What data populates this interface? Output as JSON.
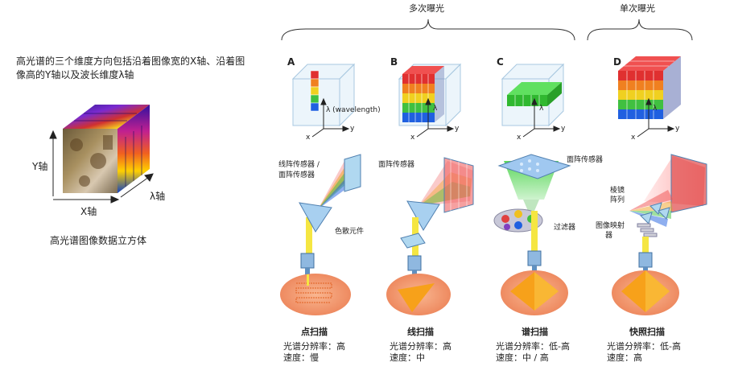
{
  "left": {
    "description": "高光谱的三个维度方向包括沿着图像宽的X轴、沿着图像高的Y轴以及波长维度λ轴",
    "y_axis": "Y轴",
    "x_axis": "X轴",
    "lambda_axis": "λ轴",
    "caption": "高光谱图像数据立方体"
  },
  "groups": {
    "multi": "多次曝光",
    "single": "单次曝光"
  },
  "panels": [
    {
      "letter": "A",
      "name": "点扫描",
      "spec1": "光谱分辨率：高",
      "spec2": "速度：慢"
    },
    {
      "letter": "B",
      "name": "线扫描",
      "spec1": "光谱分辨率：高",
      "spec2": "速度：中"
    },
    {
      "letter": "C",
      "name": "谱扫描",
      "spec1": "光谱分辨率：低-高",
      "spec2": "速度：中 / 高"
    },
    {
      "letter": "D",
      "name": "快照扫描",
      "spec1": "光谱分辨率：低-高",
      "spec2": "速度：高"
    }
  ],
  "cube_axes": {
    "x": "x",
    "y": "y",
    "lambda": "λ",
    "lambda_a": "λ (wavelength)"
  },
  "labels": {
    "a_sensor": "线阵传感器 /",
    "a_sensor2": "面阵传感器",
    "a_disperse": "色散元件",
    "b_sensor": "面阵传感器",
    "c_sensor": "面阵传感器",
    "c_filter": "过滤器",
    "d_prism": "棱镜",
    "d_prism2": "阵列",
    "d_mapper": "图像映射",
    "d_mapper2": "器"
  },
  "colors": {
    "beam": "#f5e642",
    "sample": "#f4a07a",
    "pyramid": "#f7a11a",
    "optic": "#9fc9ee"
  }
}
